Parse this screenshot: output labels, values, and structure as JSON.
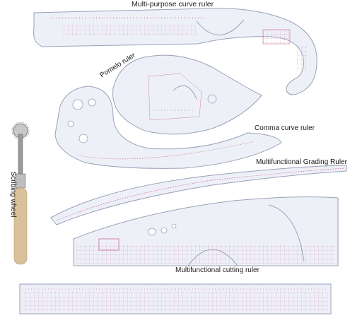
{
  "labels": {
    "multi_purpose": "Multi-purpose curve ruler",
    "pomelo": "Pomelo ruler",
    "comma": "Comma curve ruler",
    "grading": "Multifunctional Grading Ruler",
    "cutting": "Multifunctional cutting ruler",
    "scribing": "Scribing wheel"
  },
  "colors": {
    "ruler_fill": "#eef0f8",
    "ruler_stroke": "#9aa0b8",
    "mark": "#c0508a",
    "wood": "#d9c19a",
    "metal": "#9a9a9a"
  }
}
